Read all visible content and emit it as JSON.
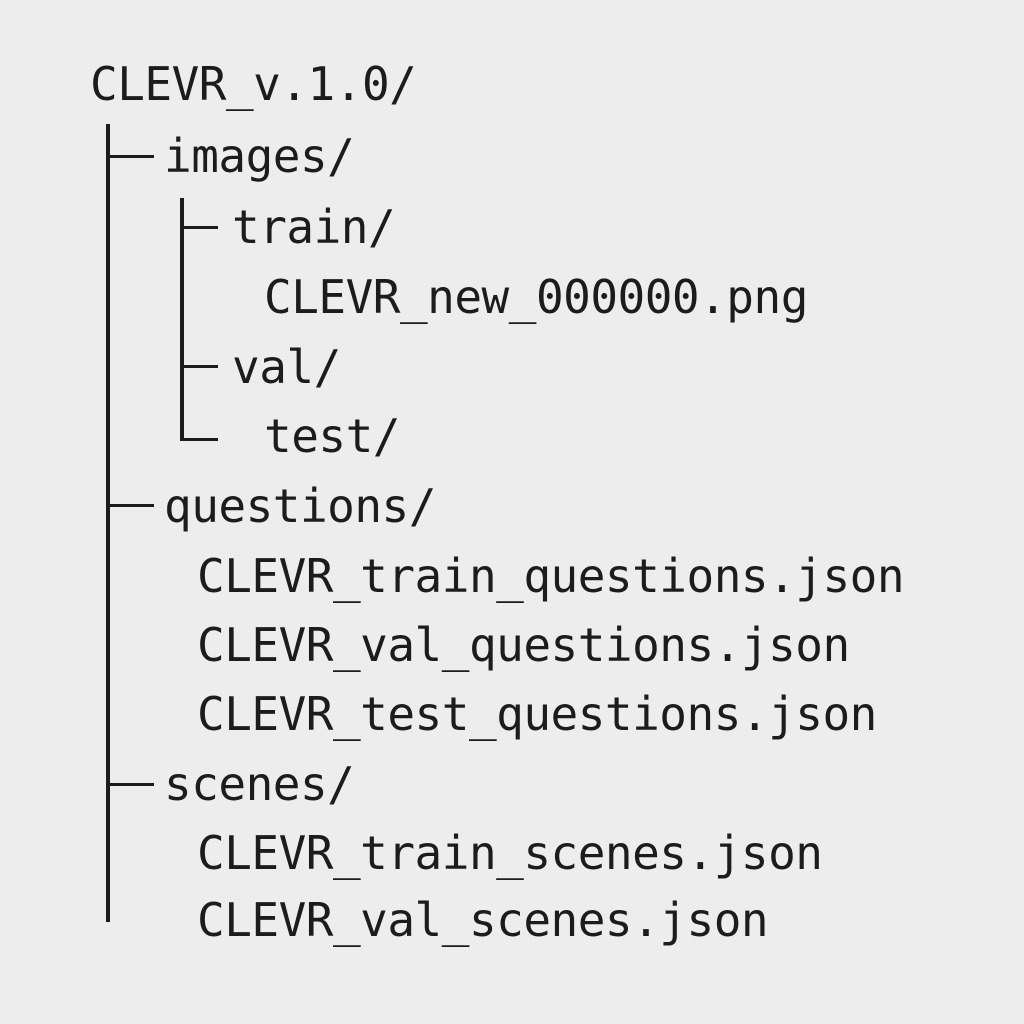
{
  "tree": {
    "root": "CLEVR_v.1.0/",
    "images": {
      "label": "images/",
      "train": "train/",
      "train_file": "CLEVR_new_000000.png",
      "val": "val/",
      "test": "test/"
    },
    "questions": {
      "label": "questions/",
      "files": [
        "CLEVR_train_questions.json",
        "CLEVR_val_questions.json",
        "CLEVR_test_questions.json"
      ]
    },
    "scenes": {
      "label": "scenes/",
      "files": [
        "CLEVR_train_scenes.json",
        "CLEVR_val_scenes.json"
      ]
    }
  },
  "colors": {
    "background": "#ededed",
    "text": "#1c1c1c",
    "lines": "#1c1c1c"
  }
}
